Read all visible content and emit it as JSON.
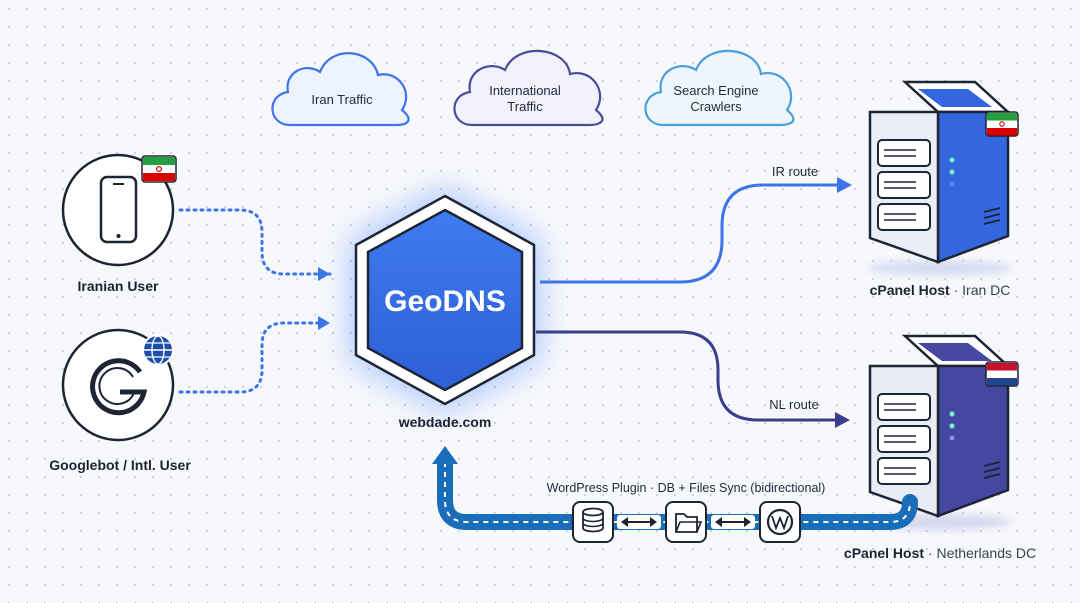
{
  "clouds": {
    "iran": "Iran Traffic",
    "intl_line1": "International",
    "intl_line2": "Traffic",
    "crawler_line1": "Search Engine",
    "crawler_line2": "Crawlers"
  },
  "users": {
    "iranian": "Iranian User",
    "google": "Googlebot / Intl. User"
  },
  "center": {
    "title": "GeoDNS",
    "domain": "webdade.com"
  },
  "routes": {
    "ir": "IR route",
    "nl": "NL route"
  },
  "hosts": {
    "iran_bold": "cPanel Host",
    "iran_rest": " · Iran DC",
    "nl_bold": "cPanel Host",
    "nl_rest": " · Netherlands DC"
  },
  "sync": {
    "label": "WordPress Plugin · DB + Files Sync (bidirectional)"
  },
  "icons": [
    "smartphone-icon",
    "google-icon",
    "globe-icon",
    "iran-flag-icon",
    "netherlands-flag-icon",
    "server-icon",
    "database-icon",
    "folder-icon",
    "wordpress-icon",
    "bidirectional-arrow-icon"
  ],
  "colors": {
    "primary_blue": "#3d74e8",
    "dark_blue": "#3b3d8f",
    "sync_blue": "#1a6db8",
    "server_iran": "#3466e0",
    "server_nl": "#4448a0"
  }
}
